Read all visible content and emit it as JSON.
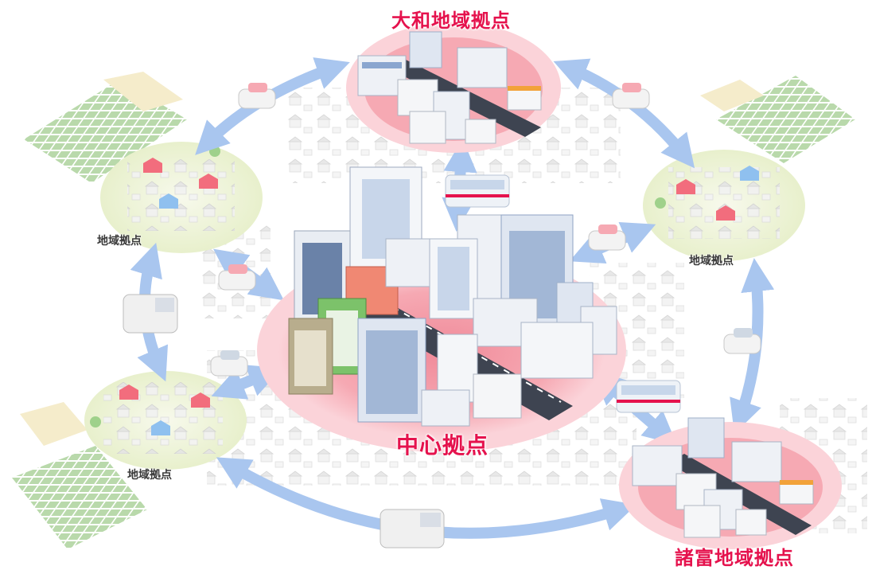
{
  "diagram": {
    "central_hub": {
      "label": "中心拠点",
      "color": "#e5124d"
    },
    "regional_hubs": [
      {
        "id": "yamato",
        "label": "大和地域拠点"
      },
      {
        "id": "morotomi",
        "label": "諸富地域拠点"
      }
    ],
    "local_hubs": [
      {
        "id": "northwest",
        "label": "地域拠点"
      },
      {
        "id": "east",
        "label": "地域拠点"
      },
      {
        "id": "southwest",
        "label": "地域拠点"
      }
    ],
    "colors": {
      "hub_highlight": "#f6a9b3",
      "connector_arrow": "#a9c6ef",
      "local_area": "#eef3d6",
      "farmland": "#b9d9ab"
    }
  }
}
